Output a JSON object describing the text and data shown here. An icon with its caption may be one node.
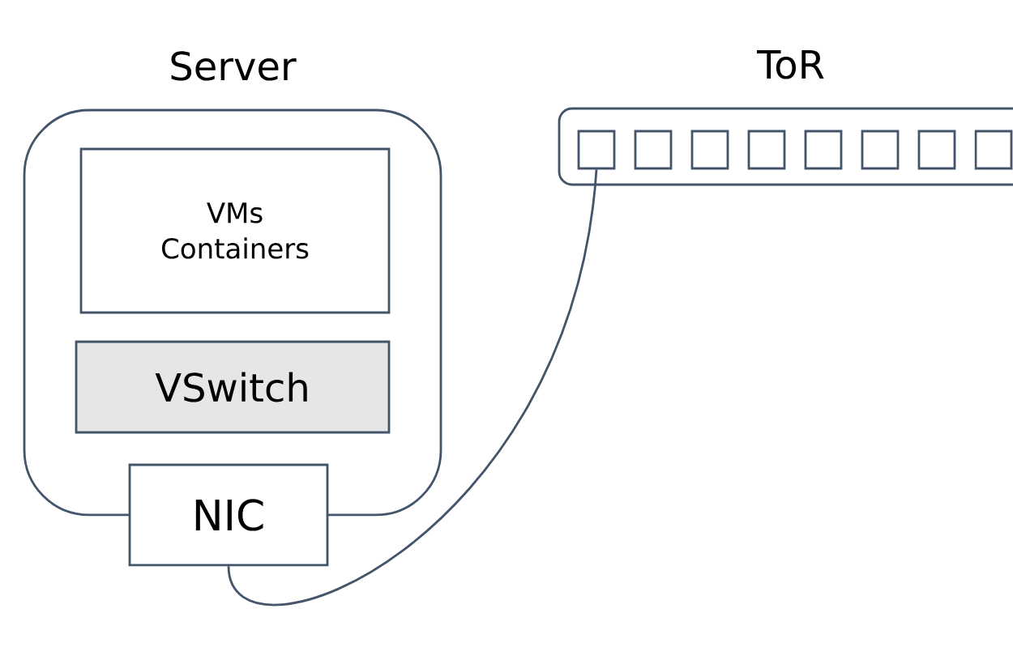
{
  "diagram": {
    "nodes": [
      {
        "text": [
          "Server"
        ]
      },
      {
        "text": [
          "VMs Containers"
        ],
        "in": 0
      },
      {
        "text": [
          "VSwitch"
        ],
        "in": 0
      },
      {
        "text": [
          "NIC"
        ]
      },
      {
        "text": [
          "ToR"
        ]
      },
      {
        "text": [],
        "shape": "box",
        "in": 4
      },
      {
        "text": [],
        "shape": "box",
        "in": 4
      },
      {
        "text": [],
        "shape": "box",
        "in": 4
      },
      {
        "text": [],
        "shape": "box",
        "in": 4
      },
      {
        "text": [],
        "shape": "box",
        "in": 4
      },
      {
        "text": [],
        "shape": "box",
        "in": 4
      },
      {
        "text": [],
        "shape": "box",
        "in": 4
      },
      {
        "text": [],
        "shape": "box",
        "in": 4
      }
    ],
    "edges": [
      {
        "from": 3,
        "to": 5,
        "arrow": "none"
      }
    ]
  }
}
